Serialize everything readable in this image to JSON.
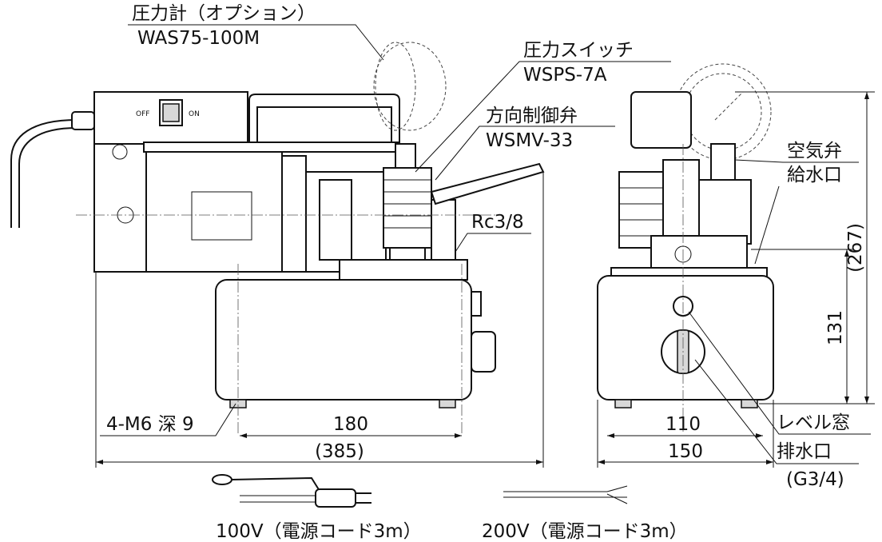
{
  "title": "Hydraulic pump unit outline drawing",
  "labels": {
    "gauge_name": "圧力計（オプション）",
    "gauge_model": "WAS75-100M",
    "switch_name": "圧力スイッチ",
    "switch_model": "WSPS-7A",
    "valve_name": "方向制御弁",
    "valve_model": "WSMV-33",
    "port": "Rc3/8",
    "mount_holes": "4-M6 深 9",
    "air_valve": "空気弁",
    "fill_port": "給水口",
    "level_window": "レベル窓",
    "drain_port": "排水口",
    "drain_thread": "(G3/4)",
    "switch_off": "OFF",
    "switch_on": "ON",
    "cord_100v": "100V（電源コード3m）",
    "cord_200v": "200V（電源コード3m）"
  },
  "dimensions": {
    "front_foot_pitch": "180",
    "front_overall": "(385)",
    "side_foot_pitch": "110",
    "side_overall": "150",
    "overall_height": "(267)",
    "tank_height": "131"
  }
}
